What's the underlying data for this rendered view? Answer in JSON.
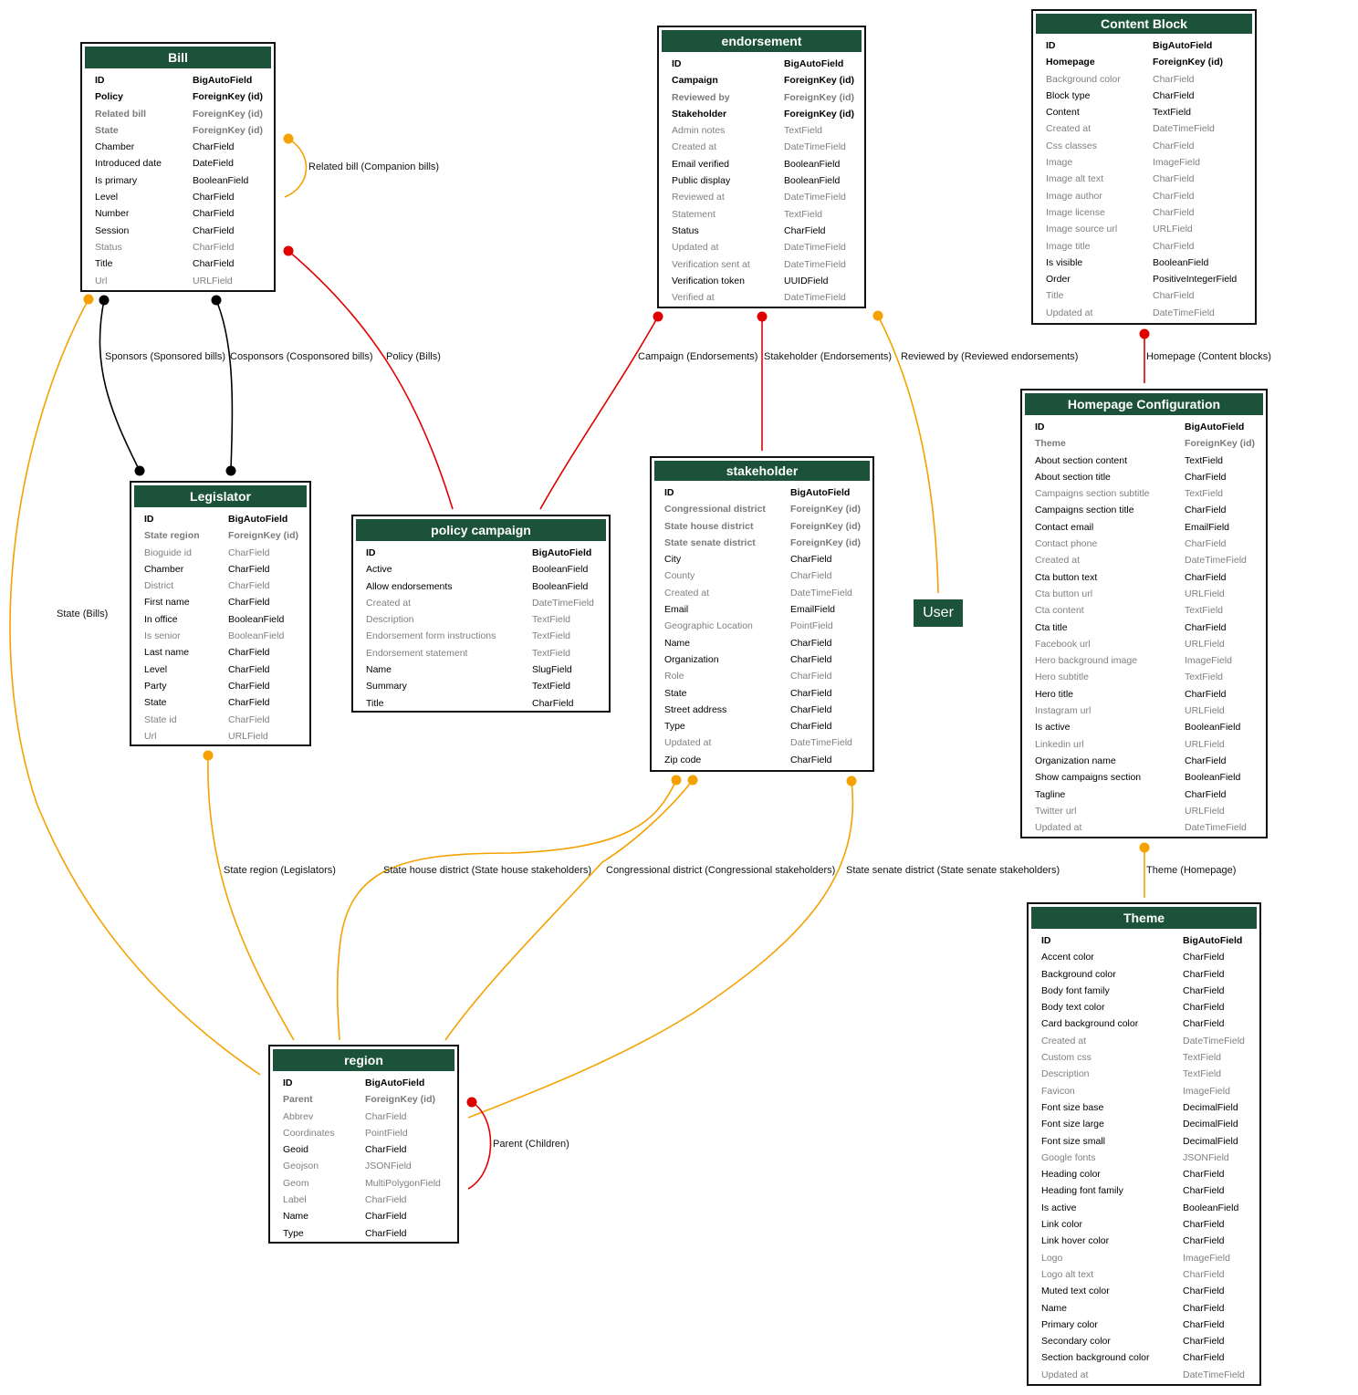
{
  "colors": {
    "header_bg": "#1b5239",
    "edge_black": "#000000",
    "edge_red": "#e00000",
    "edge_orange": "#f5a100"
  },
  "models": [
    {
      "key": "bill",
      "title": "Bill",
      "fields": [
        {
          "name": "ID",
          "type": "BigAutoField",
          "style": "pk"
        },
        {
          "name": "Policy",
          "type": "ForeignKey (id)",
          "style": "fk"
        },
        {
          "name": "Related bill",
          "type": "ForeignKey (id)",
          "style": "fk-dim"
        },
        {
          "name": "State",
          "type": "ForeignKey (id)",
          "style": "fk-dim"
        },
        {
          "name": "Chamber",
          "type": "CharField",
          "style": "normal"
        },
        {
          "name": "Introduced date",
          "type": "DateField",
          "style": "normal"
        },
        {
          "name": "Is primary",
          "type": "BooleanField",
          "style": "normal"
        },
        {
          "name": "Level",
          "type": "CharField",
          "style": "normal"
        },
        {
          "name": "Number",
          "type": "CharField",
          "style": "normal"
        },
        {
          "name": "Session",
          "type": "CharField",
          "style": "normal"
        },
        {
          "name": "Status",
          "type": "CharField",
          "style": "dim"
        },
        {
          "name": "Title",
          "type": "CharField",
          "style": "normal"
        },
        {
          "name": "Url",
          "type": "URLField",
          "style": "dim"
        }
      ]
    },
    {
      "key": "endorsement",
      "title": "endorsement",
      "fields": [
        {
          "name": "ID",
          "type": "BigAutoField",
          "style": "pk"
        },
        {
          "name": "Campaign",
          "type": "ForeignKey (id)",
          "style": "fk"
        },
        {
          "name": "Reviewed by",
          "type": "ForeignKey (id)",
          "style": "fk-dim"
        },
        {
          "name": "Stakeholder",
          "type": "ForeignKey (id)",
          "style": "fk"
        },
        {
          "name": "Admin notes",
          "type": "TextField",
          "style": "dim"
        },
        {
          "name": "Created at",
          "type": "DateTimeField",
          "style": "dim"
        },
        {
          "name": "Email verified",
          "type": "BooleanField",
          "style": "normal"
        },
        {
          "name": "Public display",
          "type": "BooleanField",
          "style": "normal"
        },
        {
          "name": "Reviewed at",
          "type": "DateTimeField",
          "style": "dim"
        },
        {
          "name": "Statement",
          "type": "TextField",
          "style": "dim"
        },
        {
          "name": "Status",
          "type": "CharField",
          "style": "normal"
        },
        {
          "name": "Updated at",
          "type": "DateTimeField",
          "style": "dim"
        },
        {
          "name": "Verification sent at",
          "type": "DateTimeField",
          "style": "dim"
        },
        {
          "name": "Verification token",
          "type": "UUIDField",
          "style": "normal"
        },
        {
          "name": "Verified at",
          "type": "DateTimeField",
          "style": "dim"
        }
      ]
    },
    {
      "key": "contentblock",
      "title": "Content Block",
      "fields": [
        {
          "name": "ID",
          "type": "BigAutoField",
          "style": "pk"
        },
        {
          "name": "Homepage",
          "type": "ForeignKey (id)",
          "style": "fk"
        },
        {
          "name": "Background color",
          "type": "CharField",
          "style": "dim"
        },
        {
          "name": "Block type",
          "type": "CharField",
          "style": "normal"
        },
        {
          "name": "Content",
          "type": "TextField",
          "style": "normal"
        },
        {
          "name": "Created at",
          "type": "DateTimeField",
          "style": "dim"
        },
        {
          "name": "Css classes",
          "type": "CharField",
          "style": "dim"
        },
        {
          "name": "Image",
          "type": "ImageField",
          "style": "dim"
        },
        {
          "name": "Image alt text",
          "type": "CharField",
          "style": "dim"
        },
        {
          "name": "Image author",
          "type": "CharField",
          "style": "dim"
        },
        {
          "name": "Image license",
          "type": "CharField",
          "style": "dim"
        },
        {
          "name": "Image source url",
          "type": "URLField",
          "style": "dim"
        },
        {
          "name": "Image title",
          "type": "CharField",
          "style": "dim"
        },
        {
          "name": "Is visible",
          "type": "BooleanField",
          "style": "normal"
        },
        {
          "name": "Order",
          "type": "PositiveIntegerField",
          "style": "normal"
        },
        {
          "name": "Title",
          "type": "CharField",
          "style": "dim"
        },
        {
          "name": "Updated at",
          "type": "DateTimeField",
          "style": "dim"
        }
      ]
    },
    {
      "key": "homepage",
      "title": "Homepage Configuration",
      "fields": [
        {
          "name": "ID",
          "type": "BigAutoField",
          "style": "pk"
        },
        {
          "name": "Theme",
          "type": "ForeignKey (id)",
          "style": "fk-dim"
        },
        {
          "name": "About section content",
          "type": "TextField",
          "style": "normal"
        },
        {
          "name": "About section title",
          "type": "CharField",
          "style": "normal"
        },
        {
          "name": "Campaigns section subtitle",
          "type": "TextField",
          "style": "dim"
        },
        {
          "name": "Campaigns section title",
          "type": "CharField",
          "style": "normal"
        },
        {
          "name": "Contact email",
          "type": "EmailField",
          "style": "normal"
        },
        {
          "name": "Contact phone",
          "type": "CharField",
          "style": "dim"
        },
        {
          "name": "Created at",
          "type": "DateTimeField",
          "style": "dim"
        },
        {
          "name": "Cta button text",
          "type": "CharField",
          "style": "normal"
        },
        {
          "name": "Cta button url",
          "type": "URLField",
          "style": "dim"
        },
        {
          "name": "Cta content",
          "type": "TextField",
          "style": "dim"
        },
        {
          "name": "Cta title",
          "type": "CharField",
          "style": "normal"
        },
        {
          "name": "Facebook url",
          "type": "URLField",
          "style": "dim"
        },
        {
          "name": "Hero background image",
          "type": "ImageField",
          "style": "dim"
        },
        {
          "name": "Hero subtitle",
          "type": "TextField",
          "style": "dim"
        },
        {
          "name": "Hero title",
          "type": "CharField",
          "style": "normal"
        },
        {
          "name": "Instagram url",
          "type": "URLField",
          "style": "dim"
        },
        {
          "name": "Is active",
          "type": "BooleanField",
          "style": "normal"
        },
        {
          "name": "Linkedin url",
          "type": "URLField",
          "style": "dim"
        },
        {
          "name": "Organization name",
          "type": "CharField",
          "style": "normal"
        },
        {
          "name": "Show campaigns section",
          "type": "BooleanField",
          "style": "normal"
        },
        {
          "name": "Tagline",
          "type": "CharField",
          "style": "normal"
        },
        {
          "name": "Twitter url",
          "type": "URLField",
          "style": "dim"
        },
        {
          "name": "Updated at",
          "type": "DateTimeField",
          "style": "dim"
        }
      ]
    },
    {
      "key": "legislator",
      "title": "Legislator",
      "fields": [
        {
          "name": "ID",
          "type": "BigAutoField",
          "style": "pk"
        },
        {
          "name": "State region",
          "type": "ForeignKey (id)",
          "style": "fk-dim"
        },
        {
          "name": "Bioguide id",
          "type": "CharField",
          "style": "dim"
        },
        {
          "name": "Chamber",
          "type": "CharField",
          "style": "normal"
        },
        {
          "name": "District",
          "type": "CharField",
          "style": "dim"
        },
        {
          "name": "First name",
          "type": "CharField",
          "style": "normal"
        },
        {
          "name": "In office",
          "type": "BooleanField",
          "style": "normal"
        },
        {
          "name": "Is senior",
          "type": "BooleanField",
          "style": "dim"
        },
        {
          "name": "Last name",
          "type": "CharField",
          "style": "normal"
        },
        {
          "name": "Level",
          "type": "CharField",
          "style": "normal"
        },
        {
          "name": "Party",
          "type": "CharField",
          "style": "normal"
        },
        {
          "name": "State",
          "type": "CharField",
          "style": "normal"
        },
        {
          "name": "State id",
          "type": "CharField",
          "style": "dim"
        },
        {
          "name": "Url",
          "type": "URLField",
          "style": "dim"
        }
      ]
    },
    {
      "key": "policycampaign",
      "title": "policy campaign",
      "fields": [
        {
          "name": "ID",
          "type": "BigAutoField",
          "style": "pk"
        },
        {
          "name": "Active",
          "type": "BooleanField",
          "style": "normal"
        },
        {
          "name": "Allow endorsements",
          "type": "BooleanField",
          "style": "normal"
        },
        {
          "name": "Created at",
          "type": "DateTimeField",
          "style": "dim"
        },
        {
          "name": "Description",
          "type": "TextField",
          "style": "dim"
        },
        {
          "name": "Endorsement form instructions",
          "type": "TextField",
          "style": "dim"
        },
        {
          "name": "Endorsement statement",
          "type": "TextField",
          "style": "dim"
        },
        {
          "name": "Name",
          "type": "SlugField",
          "style": "normal"
        },
        {
          "name": "Summary",
          "type": "TextField",
          "style": "normal"
        },
        {
          "name": "Title",
          "type": "CharField",
          "style": "normal"
        }
      ]
    },
    {
      "key": "stakeholder",
      "title": "stakeholder",
      "fields": [
        {
          "name": "ID",
          "type": "BigAutoField",
          "style": "pk"
        },
        {
          "name": "Congressional district",
          "type": "ForeignKey (id)",
          "style": "fk-dim"
        },
        {
          "name": "State house district",
          "type": "ForeignKey (id)",
          "style": "fk-dim"
        },
        {
          "name": "State senate district",
          "type": "ForeignKey (id)",
          "style": "fk-dim"
        },
        {
          "name": "City",
          "type": "CharField",
          "style": "normal"
        },
        {
          "name": "County",
          "type": "CharField",
          "style": "dim"
        },
        {
          "name": "Created at",
          "type": "DateTimeField",
          "style": "dim"
        },
        {
          "name": "Email",
          "type": "EmailField",
          "style": "normal"
        },
        {
          "name": "Geographic Location",
          "type": "PointField",
          "style": "dim"
        },
        {
          "name": "Name",
          "type": "CharField",
          "style": "normal"
        },
        {
          "name": "Organization",
          "type": "CharField",
          "style": "normal"
        },
        {
          "name": "Role",
          "type": "CharField",
          "style": "dim"
        },
        {
          "name": "State",
          "type": "CharField",
          "style": "normal"
        },
        {
          "name": "Street address",
          "type": "CharField",
          "style": "normal"
        },
        {
          "name": "Type",
          "type": "CharField",
          "style": "normal"
        },
        {
          "name": "Updated at",
          "type": "DateTimeField",
          "style": "dim"
        },
        {
          "name": "Zip code",
          "type": "CharField",
          "style": "normal"
        }
      ]
    },
    {
      "key": "region",
      "title": "region",
      "fields": [
        {
          "name": "ID",
          "type": "BigAutoField",
          "style": "pk"
        },
        {
          "name": "Parent",
          "type": "ForeignKey (id)",
          "style": "fk-dim"
        },
        {
          "name": "Abbrev",
          "type": "CharField",
          "style": "dim"
        },
        {
          "name": "Coordinates",
          "type": "PointField",
          "style": "dim"
        },
        {
          "name": "Geoid",
          "type": "CharField",
          "style": "normal"
        },
        {
          "name": "Geojson",
          "type": "JSONField",
          "style": "dim"
        },
        {
          "name": "Geom",
          "type": "MultiPolygonField",
          "style": "dim"
        },
        {
          "name": "Label",
          "type": "CharField",
          "style": "dim"
        },
        {
          "name": "Name",
          "type": "CharField",
          "style": "normal"
        },
        {
          "name": "Type",
          "type": "CharField",
          "style": "normal"
        }
      ]
    },
    {
      "key": "theme",
      "title": "Theme",
      "fields": [
        {
          "name": "ID",
          "type": "BigAutoField",
          "style": "pk"
        },
        {
          "name": "Accent color",
          "type": "CharField",
          "style": "normal"
        },
        {
          "name": "Background color",
          "type": "CharField",
          "style": "normal"
        },
        {
          "name": "Body font family",
          "type": "CharField",
          "style": "normal"
        },
        {
          "name": "Body text color",
          "type": "CharField",
          "style": "normal"
        },
        {
          "name": "Card background color",
          "type": "CharField",
          "style": "normal"
        },
        {
          "name": "Created at",
          "type": "DateTimeField",
          "style": "dim"
        },
        {
          "name": "Custom css",
          "type": "TextField",
          "style": "dim"
        },
        {
          "name": "Description",
          "type": "TextField",
          "style": "dim"
        },
        {
          "name": "Favicon",
          "type": "ImageField",
          "style": "dim"
        },
        {
          "name": "Font size base",
          "type": "DecimalField",
          "style": "normal"
        },
        {
          "name": "Font size large",
          "type": "DecimalField",
          "style": "normal"
        },
        {
          "name": "Font size small",
          "type": "DecimalField",
          "style": "normal"
        },
        {
          "name": "Google fonts",
          "type": "JSONField",
          "style": "dim"
        },
        {
          "name": "Heading color",
          "type": "CharField",
          "style": "normal"
        },
        {
          "name": "Heading font family",
          "type": "CharField",
          "style": "normal"
        },
        {
          "name": "Is active",
          "type": "BooleanField",
          "style": "normal"
        },
        {
          "name": "Link color",
          "type": "CharField",
          "style": "normal"
        },
        {
          "name": "Link hover color",
          "type": "CharField",
          "style": "normal"
        },
        {
          "name": "Logo",
          "type": "ImageField",
          "style": "dim"
        },
        {
          "name": "Logo alt text",
          "type": "CharField",
          "style": "dim"
        },
        {
          "name": "Muted text color",
          "type": "CharField",
          "style": "normal"
        },
        {
          "name": "Name",
          "type": "CharField",
          "style": "normal"
        },
        {
          "name": "Primary color",
          "type": "CharField",
          "style": "normal"
        },
        {
          "name": "Secondary color",
          "type": "CharField",
          "style": "normal"
        },
        {
          "name": "Section background color",
          "type": "CharField",
          "style": "normal"
        },
        {
          "name": "Updated at",
          "type": "DateTimeField",
          "style": "dim"
        }
      ]
    }
  ],
  "user_node": {
    "label": "User"
  },
  "edges": [
    {
      "key": "related-bill",
      "label": "Related bill (Companion bills)",
      "color": "orange"
    },
    {
      "key": "sponsors",
      "label": "Sponsors (Sponsored bills)",
      "color": "black"
    },
    {
      "key": "cosponsors",
      "label": "Cosponsors (Cosponsored bills)",
      "color": "black"
    },
    {
      "key": "policy",
      "label": "Policy (Bills)",
      "color": "red"
    },
    {
      "key": "state-bills",
      "label": "State (Bills)",
      "color": "orange"
    },
    {
      "key": "campaign",
      "label": "Campaign (Endorsements)",
      "color": "red"
    },
    {
      "key": "stakeholder",
      "label": "Stakeholder (Endorsements)",
      "color": "red"
    },
    {
      "key": "reviewed-by",
      "label": "Reviewed by (Reviewed endorsements)",
      "color": "orange"
    },
    {
      "key": "homepage",
      "label": "Homepage (Content blocks)",
      "color": "red"
    },
    {
      "key": "theme",
      "label": "Theme (Homepage)",
      "color": "orange"
    },
    {
      "key": "state-region",
      "label": "State region (Legislators)",
      "color": "orange"
    },
    {
      "key": "state-house",
      "label": "State house district (State house stakeholders)",
      "color": "orange"
    },
    {
      "key": "congressional",
      "label": "Congressional district (Congressional stakeholders)",
      "color": "orange"
    },
    {
      "key": "state-senate",
      "label": "State senate district (State senate stakeholders)",
      "color": "orange"
    },
    {
      "key": "parent",
      "label": "Parent (Children)",
      "color": "red"
    }
  ]
}
